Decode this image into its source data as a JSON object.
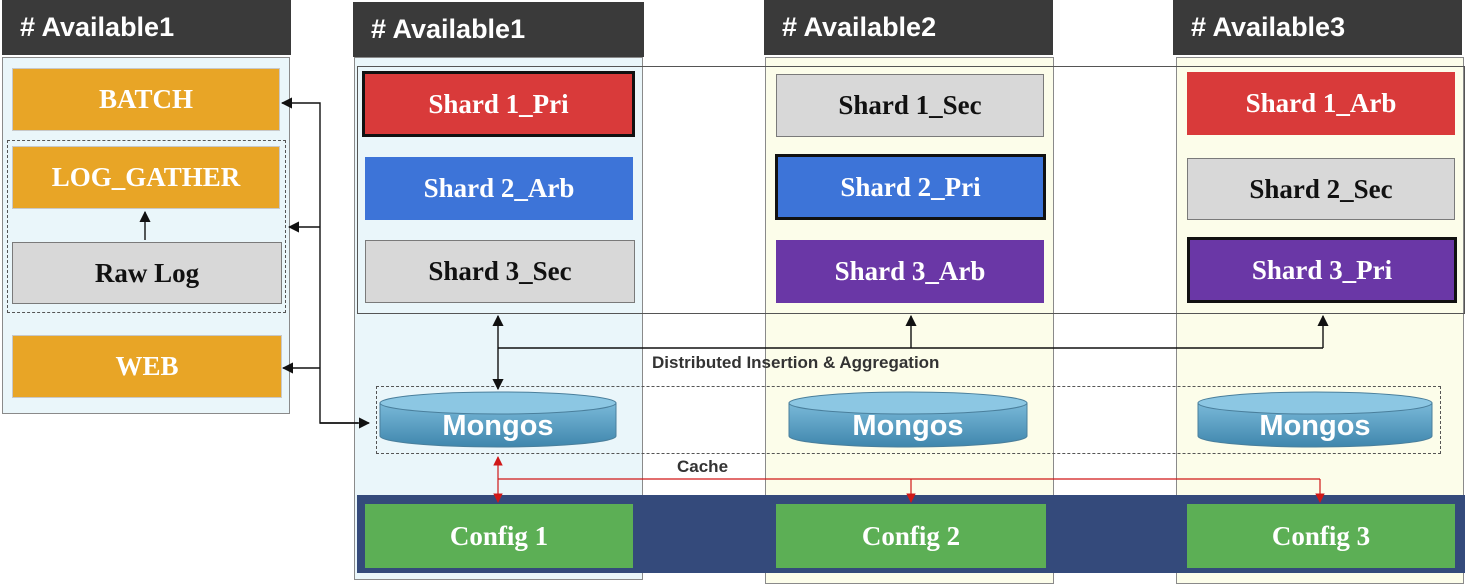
{
  "left_panel": {
    "header": "# Available1",
    "batch": "BATCH",
    "log_gather": "LOG_GATHER",
    "raw_log": "Raw Log",
    "web": "WEB"
  },
  "zones": [
    {
      "header": "# Available1",
      "shards": [
        "Shard 1_Pri",
        "Shard 2_Arb",
        "Shard 3_Sec"
      ],
      "mongos": "Mongos",
      "config": "Config 1"
    },
    {
      "header": "# Available2",
      "shards": [
        "Shard 1_Sec",
        "Shard 2_Pri",
        "Shard 3_Arb"
      ],
      "mongos": "Mongos",
      "config": "Config 2"
    },
    {
      "header": "# Available3",
      "shards": [
        "Shard 1_Arb",
        "Shard 2_Sec",
        "Shard 3_Pri"
      ],
      "mongos": "Mongos",
      "config": "Config 3"
    }
  ],
  "labels": {
    "distributed": "Distributed  Insertion & Aggregation",
    "cache": "Cache"
  },
  "colors": {
    "header_bg": "#3a3a3a",
    "app_orange": "#e8a526",
    "shard_red": "#d93a3a",
    "shard_blue": "#3d74d8",
    "shard_gray": "#d8d8d8",
    "shard_purple": "#6a37a6",
    "config_green": "#5caf55",
    "config_band": "#344a7b",
    "mongos_teal": "#5a9fc4",
    "cache_red": "#e02020"
  }
}
